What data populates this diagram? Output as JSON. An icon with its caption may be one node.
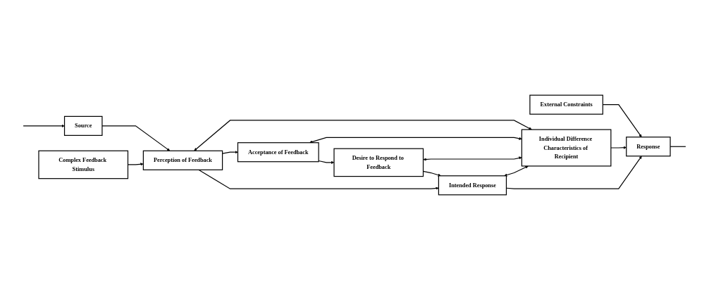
{
  "diagram": {
    "nodes": [
      {
        "text": [
          "Individual Difference Characteristics of Recipient"
        ]
      },
      {
        "text": [
          "Complex Feedback Stimulus"
        ]
      },
      {
        "text": [
          "Source"
        ]
      },
      {
        "text": [
          "Perception of Feedback"
        ]
      },
      {
        "text": [
          "Acceptance of Feedback"
        ]
      },
      {
        "text": [
          "Desire to Respond to Feedback"
        ]
      },
      {
        "text": [
          "Intended Response"
        ]
      },
      {
        "text": [
          "Response"
        ]
      },
      {
        "text": [
          "External Constraints"
        ]
      }
    ],
    "edges": [
      {
        "from": 0,
        "to": 3,
        "arrow": "both"
      },
      {
        "from": 0,
        "to": 4,
        "arrow": "both"
      },
      {
        "from": 0,
        "to": 5,
        "arrow": "both"
      },
      {
        "from": 0,
        "to": 6,
        "arrow": "both"
      },
      {
        "from": 1,
        "to": 3,
        "arrow": "to"
      },
      {
        "from": 2,
        "to": 3,
        "arrow": "to"
      },
      {
        "from": 3,
        "to": 4,
        "arrow": "to"
      },
      {
        "from": 4,
        "to": 5,
        "arrow": "to"
      },
      {
        "from": 5,
        "to": 6,
        "arrow": "to"
      },
      {
        "from": 3,
        "to": 6,
        "arrow": "to"
      },
      {
        "from": 6,
        "to": 7,
        "arrow": "to"
      },
      {
        "from": 0,
        "to": 7,
        "arrow": "to"
      },
      {
        "from": 8,
        "to": 7,
        "arrow": "to"
      },
      {
        "from": null,
        "to": 2,
        "arrow": "to"
      },
      {
        "from": 7,
        "to": null,
        "arrow": "none"
      }
    ]
  }
}
